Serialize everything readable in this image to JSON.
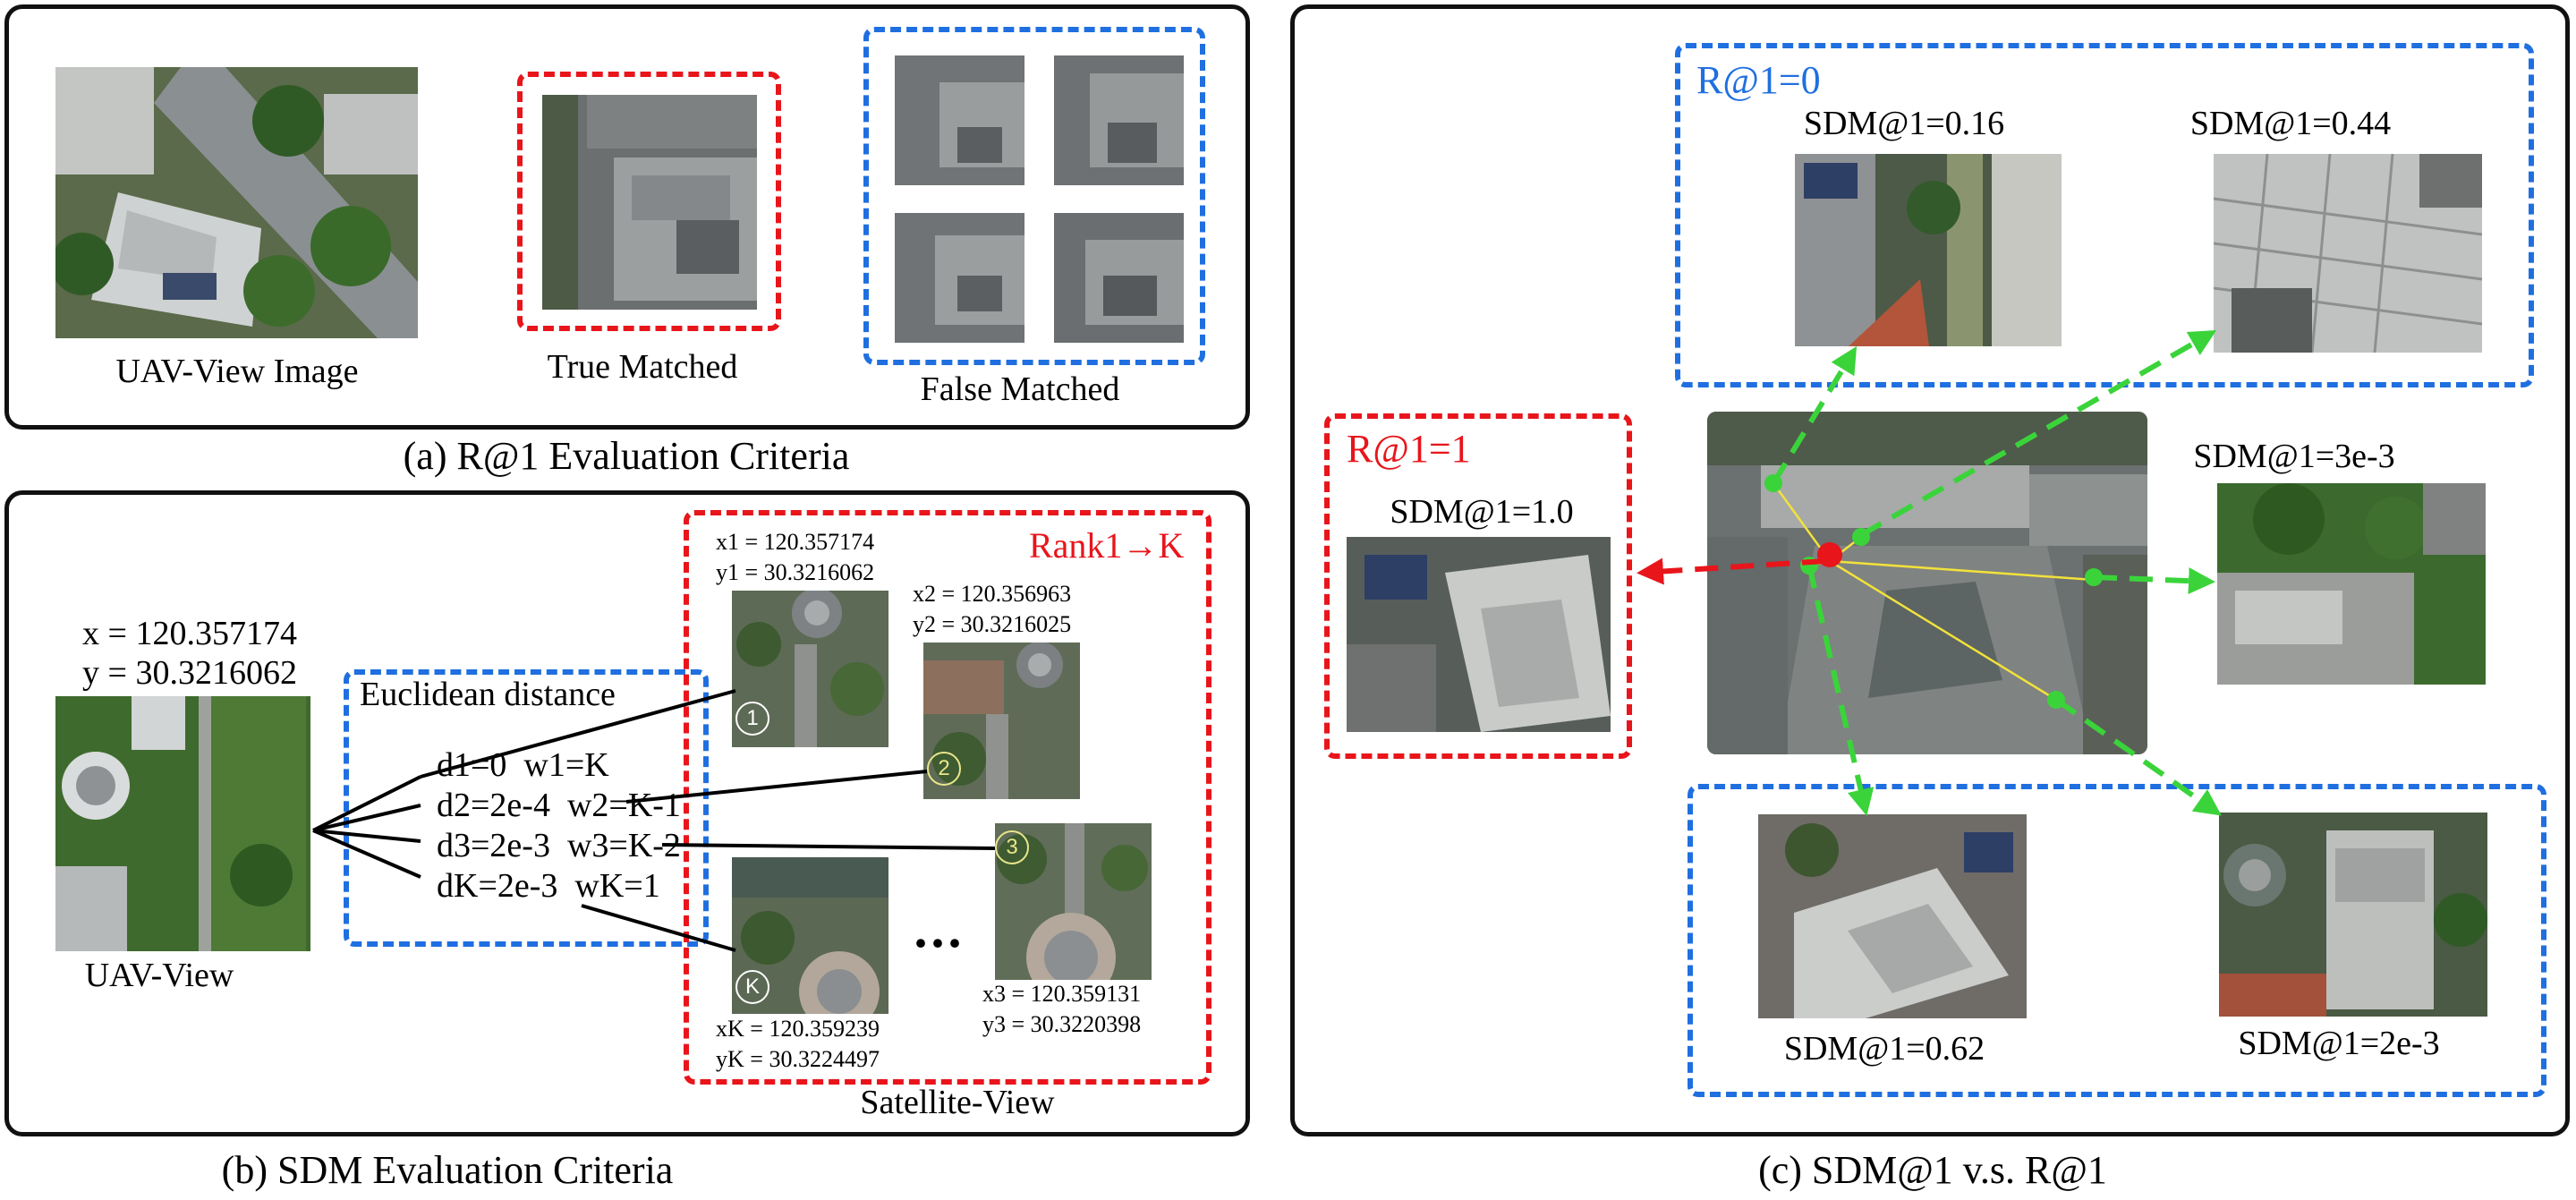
{
  "panel_a": {
    "uav_label": "UAV-View Image",
    "true_label": "True Matched",
    "false_label": "False Matched",
    "caption": "(a) R@1 Evaluation Criteria"
  },
  "panel_b": {
    "uav_coord_x": "x = 120.357174",
    "uav_coord_y": "y = 30.3216062",
    "uav_label": "UAV-View",
    "euclid_label": "Euclidean distance",
    "distances": [
      "d1=0  w1=K",
      "d2=2e-4  w2=K-1",
      "d3=2e-3  w3=K-2",
      "dK=2e-3  wK=1"
    ],
    "rank_label": "Rank1→K",
    "sat1_x": "x1 = 120.357174",
    "sat1_y": "y1 = 30.3216062",
    "sat2_x": "x2 = 120.356963",
    "sat2_y": "y2 = 30.3216025",
    "sat3_x": "x3 = 120.359131",
    "sat3_y": "y3 = 30.3220398",
    "satK_x": "xK = 120.359239",
    "satK_y": "yK = 30.3224497",
    "badge1": "1",
    "badge2": "2",
    "badge3": "3",
    "badgeK": "K",
    "ellipsis": "...",
    "sat_label": "Satellite-View",
    "caption": "(b) SDM Evaluation Criteria"
  },
  "panel_c": {
    "r1_zero": "R@1=0",
    "r1_one": "R@1=1",
    "sdm_016": "SDM@1=0.16",
    "sdm_044": "SDM@1=0.44",
    "sdm_3e3": "SDM@1=3e-3",
    "sdm_10": "SDM@1=1.0",
    "sdm_062": "SDM@1=0.62",
    "sdm_2e3": "SDM@1=2e-3",
    "caption": "(c) SDM@1 v.s. R@1"
  },
  "colors": {
    "red": "#e8151b",
    "blue": "#1f6fe0",
    "green": "#3ad43a",
    "yellow": "#f2e23a"
  }
}
